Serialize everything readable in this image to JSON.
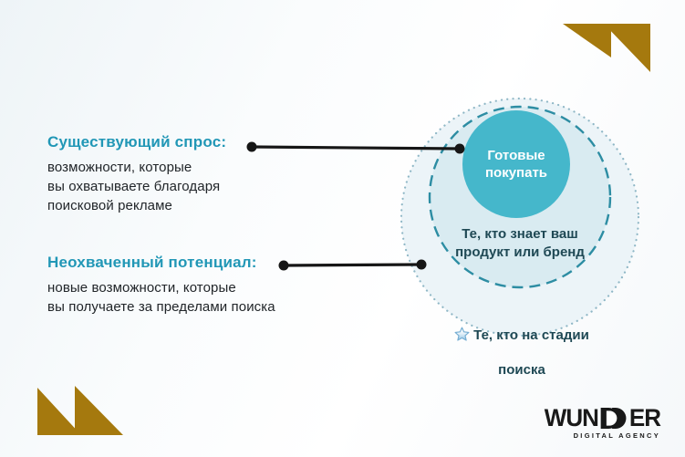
{
  "colors": {
    "accent_teal": "#2197b6",
    "body_text": "#212529",
    "dark_label": "#1e4854",
    "inner_circle_fill": "#45b7cb",
    "middle_circle_fill": "#d9ebf1",
    "middle_circle_stroke": "#2d8da3",
    "outer_circle_fill": "#ecf4f8",
    "outer_circle_stroke": "#8fb7c6",
    "connector_black": "#161616",
    "gold": "#a5790e",
    "logo_black": "#191919"
  },
  "annotations": {
    "existing_demand": {
      "title": "Существующий спрос:",
      "body": "возможности, которые\nвы охватываете благодаря\nпоисковой рекламе"
    },
    "untapped_potential": {
      "title": "Неохваченный потенциал:",
      "body": "новые возможности, которые\nвы получаете за пределами поиска"
    }
  },
  "diagram": {
    "inner_circle_label": "Готовые\nпокупать",
    "middle_circle_label": "Те, кто знает ваш\nпродукт или бренд",
    "outer_circle_label_line1": "Те, кто на стадии",
    "outer_circle_label_line2": "поиска",
    "outer_circle_icon": "star-icon"
  },
  "logo": {
    "wordmark_left": "WUN",
    "wordmark_right": "ER",
    "subtitle": "DIGITAL AGENCY"
  }
}
